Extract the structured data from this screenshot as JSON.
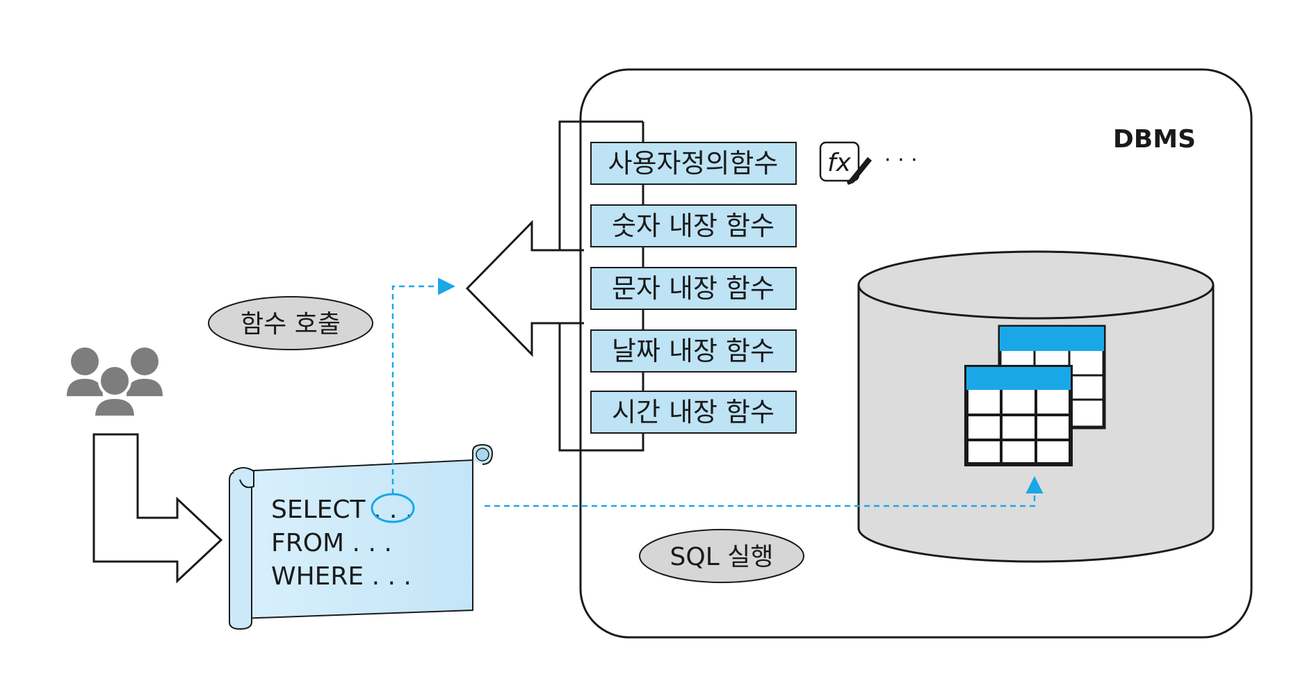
{
  "dbms_label": "DBMS",
  "function_boxes": [
    {
      "label": "사용자정의함수"
    },
    {
      "label": "숫자 내장 함수"
    },
    {
      "label": "문자 내장 함수"
    },
    {
      "label": "날짜 내장 함수"
    },
    {
      "label": "시간 내장 함수"
    }
  ],
  "fx_icon_label": "fx",
  "ellipsis": "· · ·",
  "ovals": {
    "function_call": "함수 호출",
    "sql_exec": "SQL 실행"
  },
  "sql_lines": [
    "SELECT . . .",
    "FROM . . .",
    "WHERE . . ."
  ],
  "colors": {
    "box_fill": "#bde3f5",
    "accent_blue": "#1aa7e8",
    "oval_fill": "#d6d6d6",
    "cylinder_fill": "#dcdcdd",
    "scroll_fill": "#cbe9f9",
    "people": "#7d7d7d",
    "outline": "#1a1a1a"
  }
}
